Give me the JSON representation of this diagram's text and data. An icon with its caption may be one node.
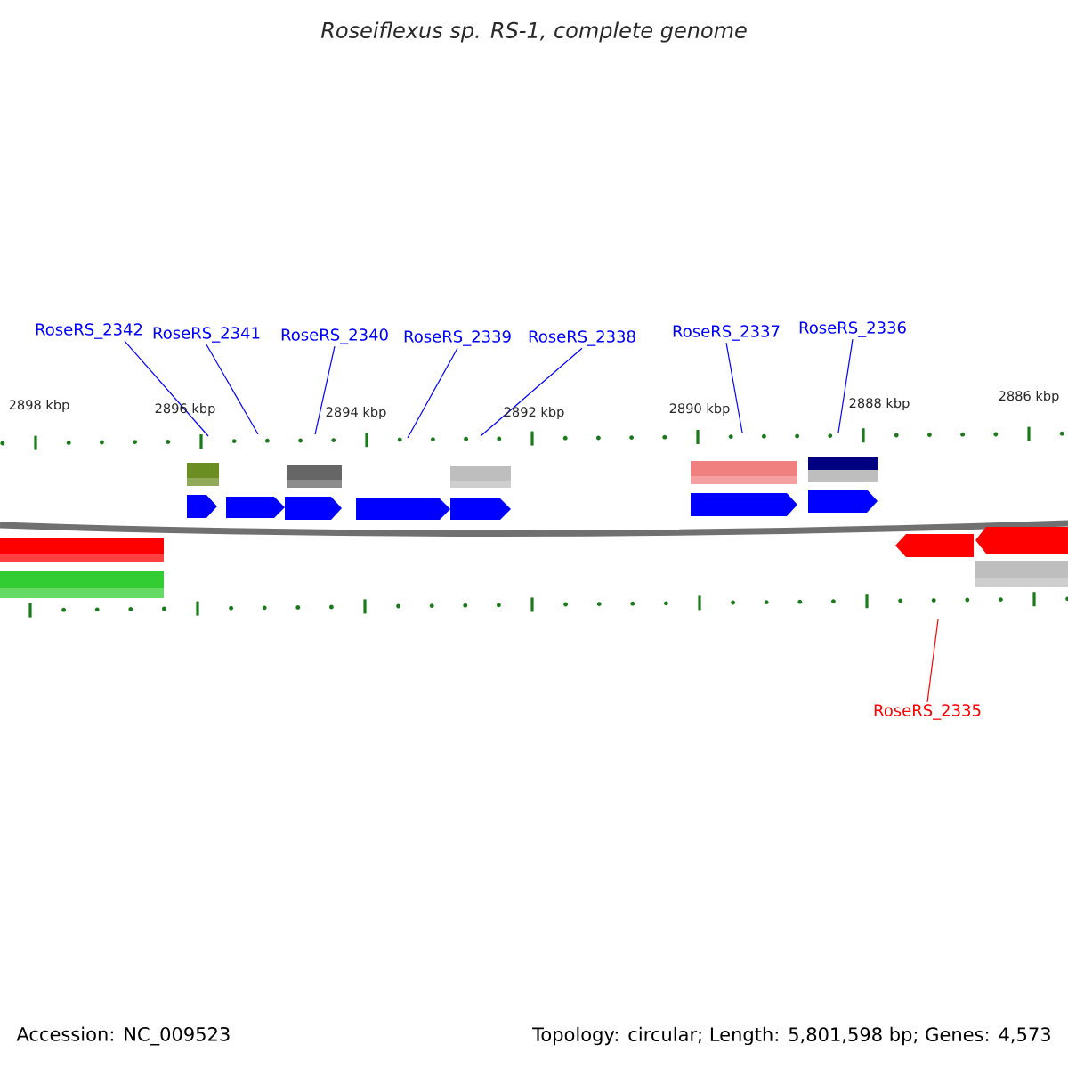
{
  "diagram": {
    "title": "Roseiflexus sp. RS-1, complete genome",
    "nodes": [
      {
        "text": [
          "RoseRS_2342"
        ]
      },
      {
        "text": [
          "RoseRS_2341"
        ]
      },
      {
        "text": [
          "RoseRS_2340"
        ]
      },
      {
        "text": [
          "RoseRS_2339"
        ]
      },
      {
        "text": [
          "RoseRS_2338"
        ]
      },
      {
        "text": [
          "RoseRS_2337"
        ]
      },
      {
        "text": [
          "RoseRS_2336"
        ]
      },
      {
        "text": [
          "RoseRS_2335"
        ]
      }
    ],
    "edges": [
      {
        "from": 0,
        "to": null,
        "arrow": "none"
      },
      {
        "from": 1,
        "to": null,
        "arrow": "none"
      },
      {
        "from": 2,
        "to": null,
        "arrow": "none"
      },
      {
        "from": 3,
        "to": null,
        "arrow": "none"
      },
      {
        "from": 4,
        "to": null,
        "arrow": "none"
      },
      {
        "from": 5,
        "to": null,
        "arrow": "none"
      },
      {
        "from": 6,
        "to": null,
        "arrow": "none"
      },
      {
        "from": 7,
        "to": null,
        "arrow": "none",
        "color": "#ff0000"
      }
    ],
    "labels": [
      "2898 kbp",
      "2896 kbp",
      "2894 kbp",
      "2892 kbp",
      "2890 kbp",
      "2888 kbp",
      "2886 kbp",
      "Accession: NC_009523",
      "Topology: circular; Length: 5,801,598 bp; Genes: 4,573"
    ]
  }
}
